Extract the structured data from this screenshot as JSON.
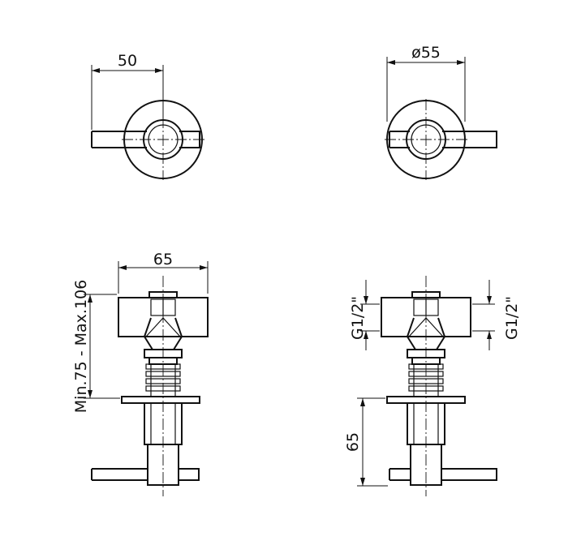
{
  "dimensions": {
    "handle_width": "50",
    "rosette_diameter": "ø55",
    "body_width": "65",
    "wall_depth_range": "Min.75  -  Max.106",
    "thread_left": "G1/2\"",
    "thread_right": "G1/2\"",
    "handle_projection": "65"
  }
}
